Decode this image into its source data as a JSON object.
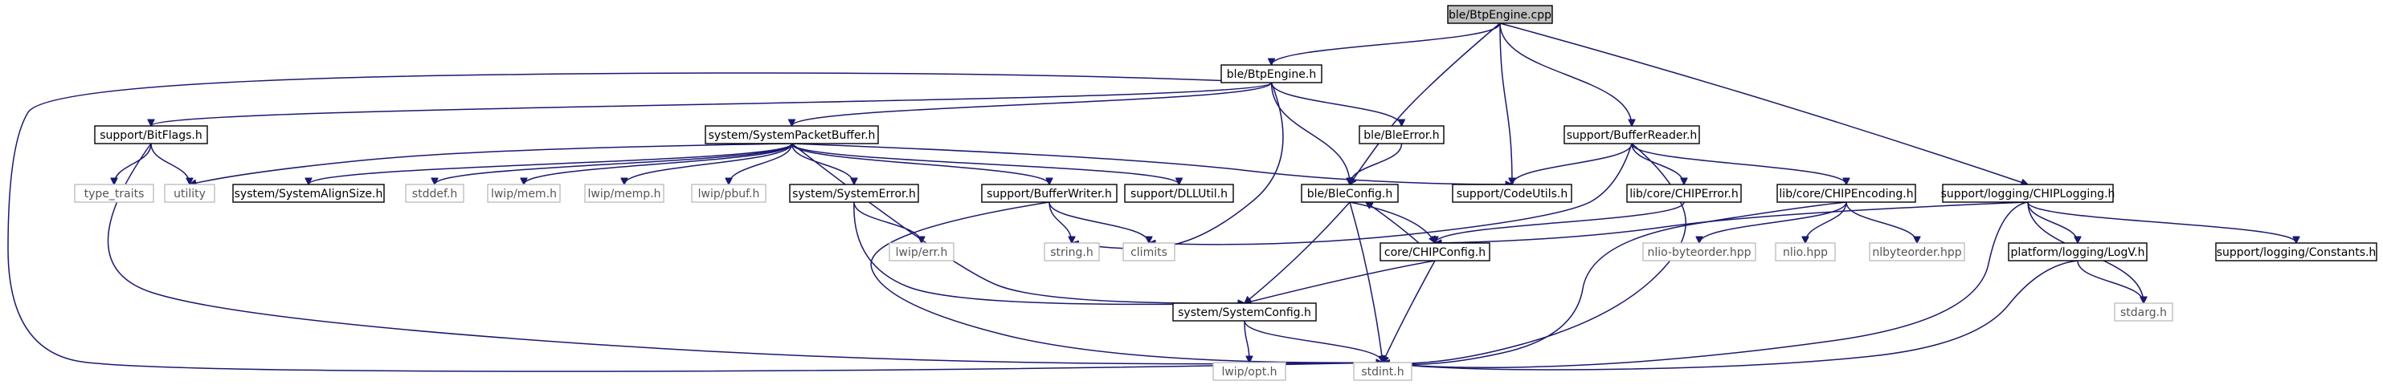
{
  "diagram": {
    "type": "include-dependency-graph",
    "colors": {
      "edge": "#191970",
      "root_fill": "#bfbfbf",
      "node_stroke": "#000000",
      "external_stroke": "#bfbfbf"
    },
    "nodes": [
      {
        "id": "root",
        "label": "ble/BtpEngine.cpp",
        "kind": "root"
      },
      {
        "id": "bteh",
        "label": "ble/BtpEngine.h",
        "kind": "doc"
      },
      {
        "id": "bitflags",
        "label": "support/BitFlags.h",
        "kind": "doc"
      },
      {
        "id": "spb",
        "label": "system/SystemPacketBuffer.h",
        "kind": "doc"
      },
      {
        "id": "bleerror",
        "label": "ble/BleError.h",
        "kind": "doc"
      },
      {
        "id": "bufreader",
        "label": "support/BufferReader.h",
        "kind": "doc"
      },
      {
        "id": "chiplog",
        "label": "support/logging/CHIPLogging.h",
        "kind": "doc"
      },
      {
        "id": "typetraits",
        "label": "type_traits",
        "kind": "ext"
      },
      {
        "id": "utility",
        "label": "utility",
        "kind": "ext"
      },
      {
        "id": "sysalign",
        "label": "system/SystemAlignSize.h",
        "kind": "doc"
      },
      {
        "id": "stddef",
        "label": "stddef.h",
        "kind": "ext"
      },
      {
        "id": "lwipmem",
        "label": "lwip/mem.h",
        "kind": "ext"
      },
      {
        "id": "lwipmemp",
        "label": "lwip/memp.h",
        "kind": "ext"
      },
      {
        "id": "lwippbuf",
        "label": "lwip/pbuf.h",
        "kind": "ext"
      },
      {
        "id": "syserror",
        "label": "system/SystemError.h",
        "kind": "doc"
      },
      {
        "id": "bufwriter",
        "label": "support/BufferWriter.h",
        "kind": "doc"
      },
      {
        "id": "dllutil",
        "label": "support/DLLUtil.h",
        "kind": "doc"
      },
      {
        "id": "bleconfig",
        "label": "ble/BleConfig.h",
        "kind": "doc"
      },
      {
        "id": "codeutils",
        "label": "support/CodeUtils.h",
        "kind": "doc"
      },
      {
        "id": "chiperror",
        "label": "lib/core/CHIPError.h",
        "kind": "doc"
      },
      {
        "id": "chipenc",
        "label": "lib/core/CHIPEncoding.h",
        "kind": "doc"
      },
      {
        "id": "lwiperr",
        "label": "lwip/err.h",
        "kind": "ext"
      },
      {
        "id": "stringh",
        "label": "string.h",
        "kind": "ext"
      },
      {
        "id": "climits",
        "label": "climits",
        "kind": "ext"
      },
      {
        "id": "chipconfig",
        "label": "core/CHIPConfig.h",
        "kind": "doc"
      },
      {
        "id": "nliobo",
        "label": "nlio-byteorder.hpp",
        "kind": "ext"
      },
      {
        "id": "nlio",
        "label": "nlio.hpp",
        "kind": "ext"
      },
      {
        "id": "nlbo",
        "label": "nlbyteorder.hpp",
        "kind": "ext"
      },
      {
        "id": "logv",
        "label": "platform/logging/LogV.h",
        "kind": "doc"
      },
      {
        "id": "constants",
        "label": "support/logging/Constants.h",
        "kind": "doc"
      },
      {
        "id": "sysconfig",
        "label": "system/SystemConfig.h",
        "kind": "doc"
      },
      {
        "id": "stdarg",
        "label": "stdarg.h",
        "kind": "ext"
      },
      {
        "id": "lwipopt",
        "label": "lwip/opt.h",
        "kind": "ext"
      },
      {
        "id": "stdint",
        "label": "stdint.h",
        "kind": "ext"
      }
    ],
    "edges": [
      [
        "root",
        "bteh"
      ],
      [
        "root",
        "bleconfig"
      ],
      [
        "root",
        "codeutils"
      ],
      [
        "root",
        "bufreader"
      ],
      [
        "root",
        "chiplog"
      ],
      [
        "bteh",
        "bitflags"
      ],
      [
        "bteh",
        "spb"
      ],
      [
        "bteh",
        "bleerror"
      ],
      [
        "bteh",
        "bleconfig"
      ],
      [
        "bteh",
        "stringh"
      ],
      [
        "bteh",
        "stdint"
      ],
      [
        "bitflags",
        "typetraits"
      ],
      [
        "bitflags",
        "utility"
      ],
      [
        "bitflags",
        "stdint"
      ],
      [
        "spb",
        "utility"
      ],
      [
        "spb",
        "sysalign"
      ],
      [
        "spb",
        "stddef"
      ],
      [
        "spb",
        "lwipmem"
      ],
      [
        "spb",
        "lwipmemp"
      ],
      [
        "spb",
        "lwippbuf"
      ],
      [
        "spb",
        "syserror"
      ],
      [
        "spb",
        "bufwriter"
      ],
      [
        "spb",
        "dllutil"
      ],
      [
        "spb",
        "codeutils"
      ],
      [
        "spb",
        "sysconfig"
      ],
      [
        "bleerror",
        "bleconfig"
      ],
      [
        "syserror",
        "lwiperr"
      ],
      [
        "syserror",
        "sysconfig"
      ],
      [
        "bufwriter",
        "stringh"
      ],
      [
        "bufwriter",
        "climits"
      ],
      [
        "bufwriter",
        "stdint"
      ],
      [
        "bleconfig",
        "chipconfig"
      ],
      [
        "bleconfig",
        "sysconfig"
      ],
      [
        "bleconfig",
        "stdint"
      ],
      [
        "chipconfig",
        "bleconfig"
      ],
      [
        "chipconfig",
        "sysconfig"
      ],
      [
        "chipconfig",
        "stdint"
      ],
      [
        "bufreader",
        "codeutils"
      ],
      [
        "bufreader",
        "chiperror"
      ],
      [
        "bufreader",
        "chipenc"
      ],
      [
        "bufreader",
        "climits"
      ],
      [
        "bufreader",
        "stdint"
      ],
      [
        "chiperror",
        "chipconfig"
      ],
      [
        "chipenc",
        "nliobo"
      ],
      [
        "chipenc",
        "nlio"
      ],
      [
        "chipenc",
        "nlbo"
      ],
      [
        "chipenc",
        "stdint"
      ],
      [
        "chiplog",
        "chipconfig"
      ],
      [
        "chiplog",
        "logv"
      ],
      [
        "chiplog",
        "constants"
      ],
      [
        "chiplog",
        "stdarg"
      ],
      [
        "chiplog",
        "stdint"
      ],
      [
        "logv",
        "stdarg"
      ],
      [
        "logv",
        "stdint"
      ],
      [
        "sysconfig",
        "lwipopt"
      ],
      [
        "sysconfig",
        "stdint"
      ]
    ]
  }
}
